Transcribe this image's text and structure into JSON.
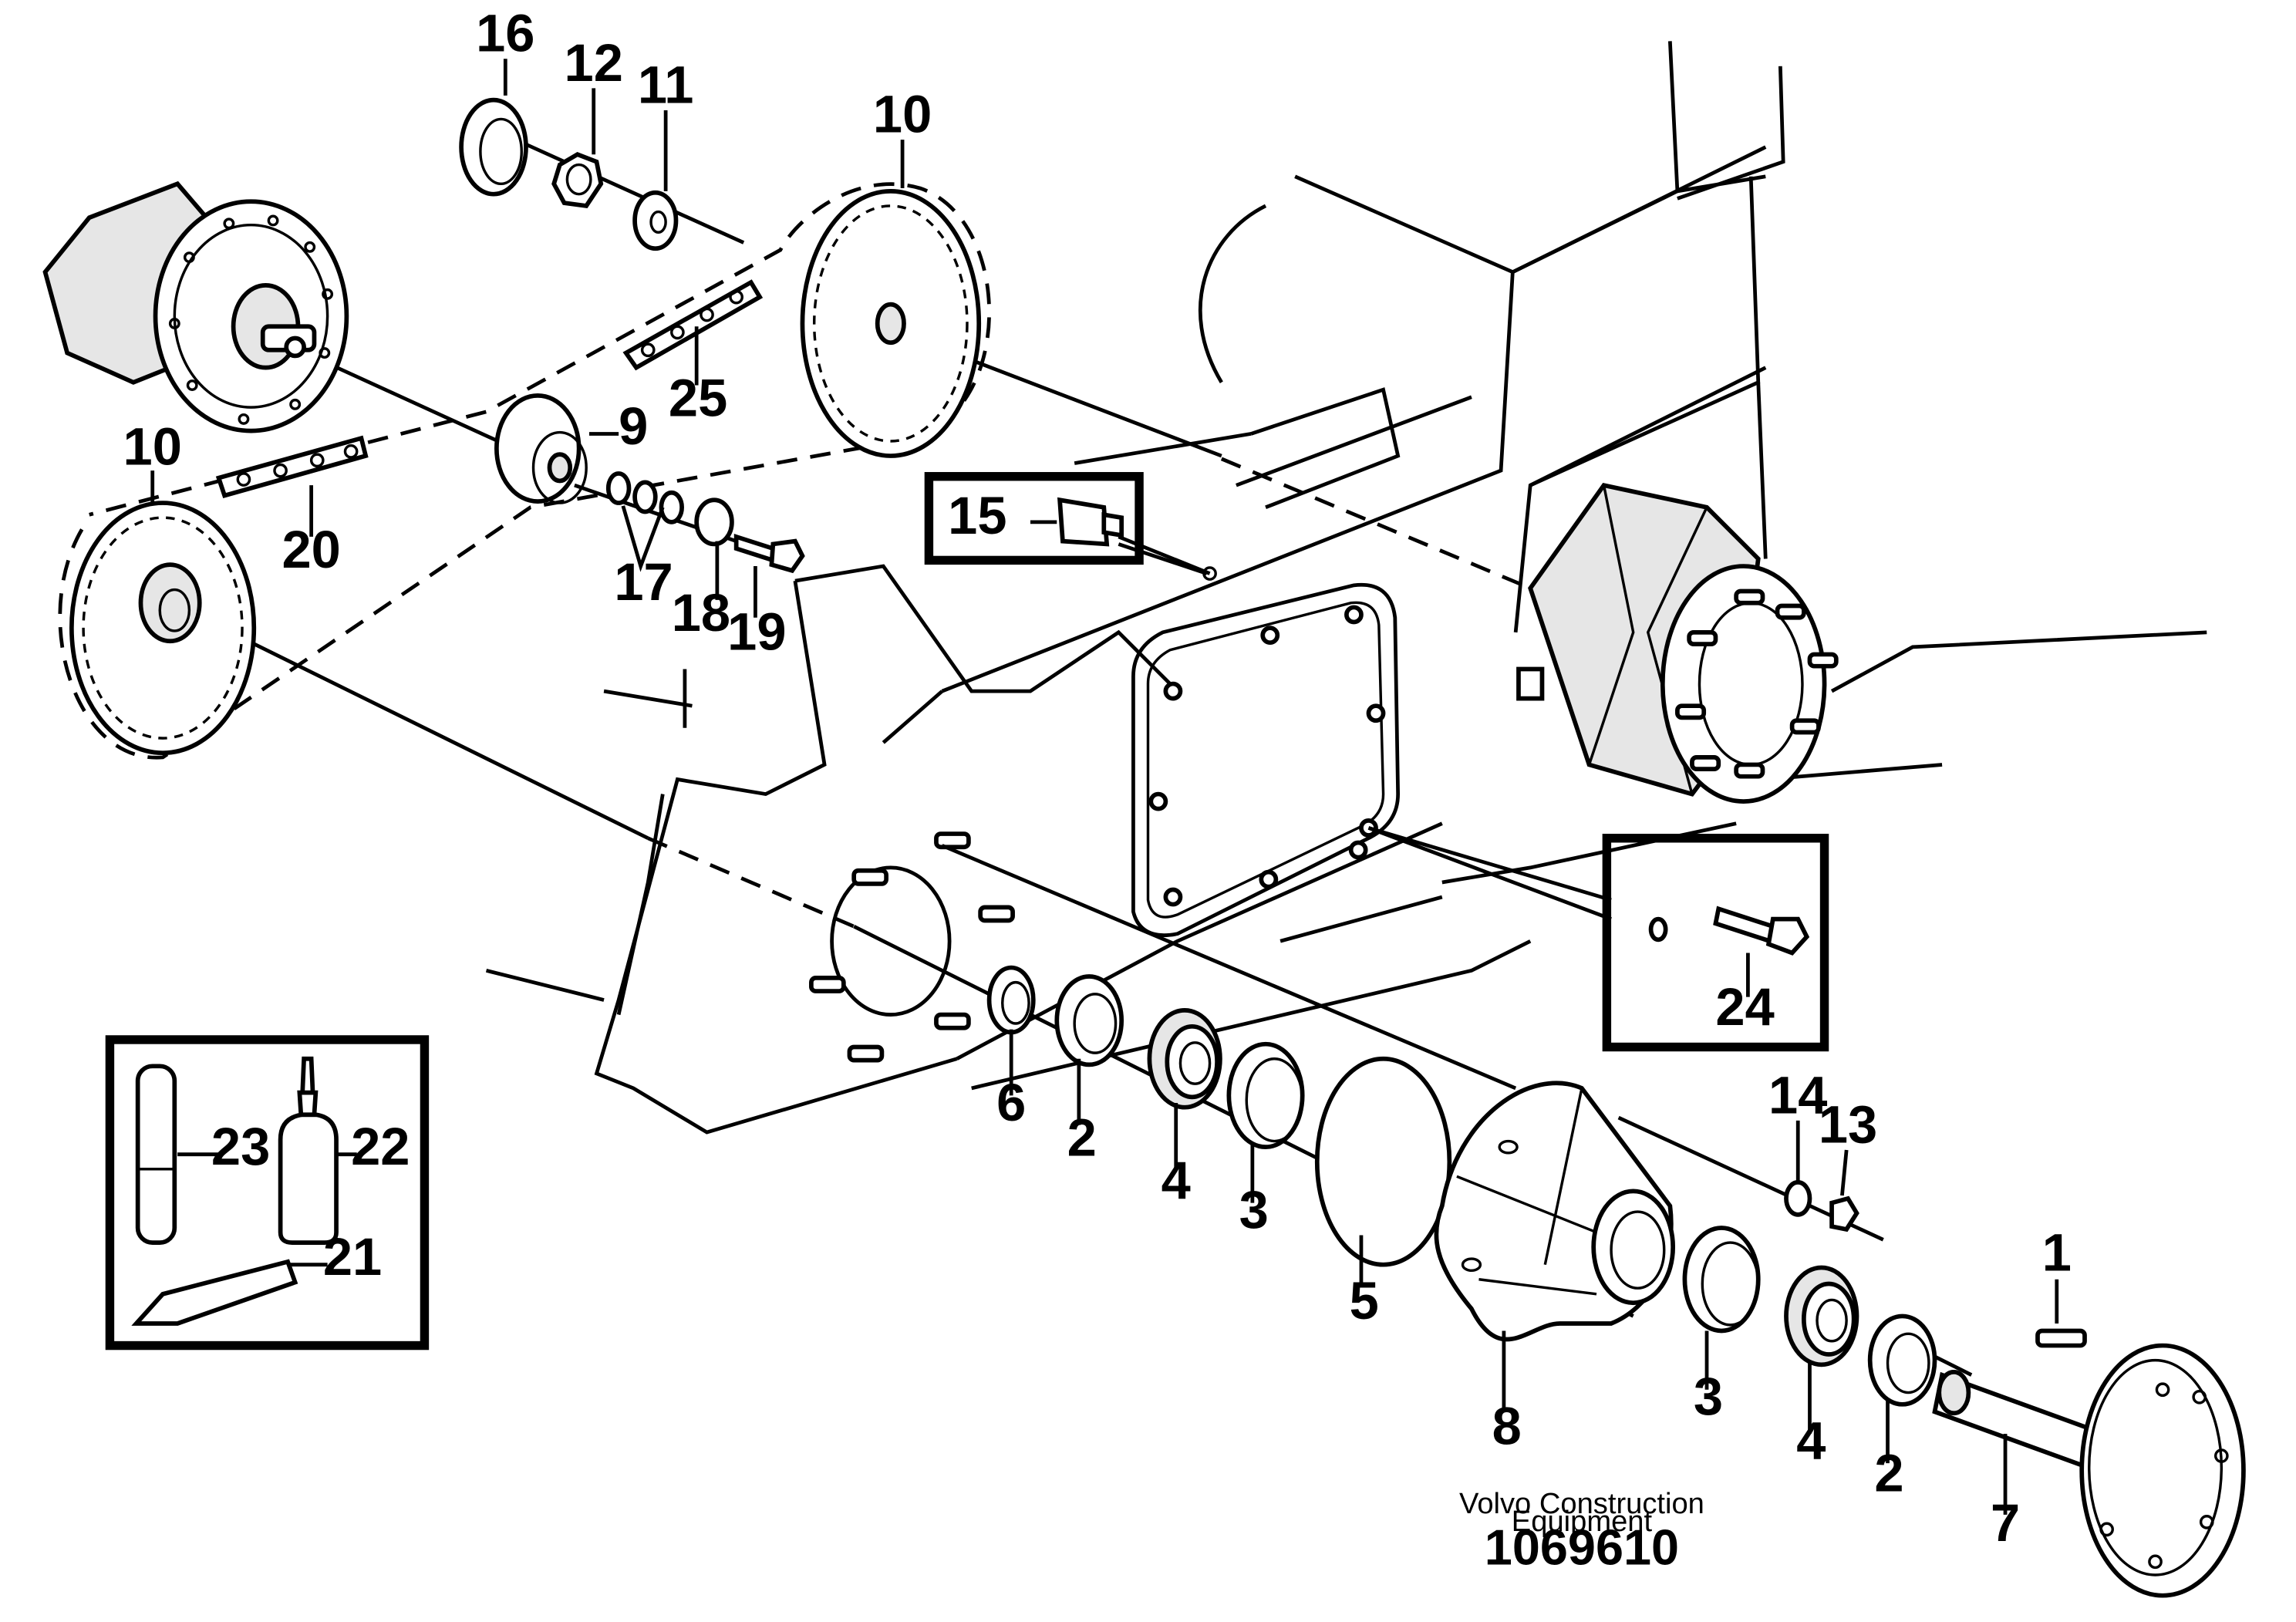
{
  "labels": {
    "l1": "1",
    "l2a": "2",
    "l2b": "2",
    "l3a": "3",
    "l3b": "3",
    "l4a": "4",
    "l4b": "4",
    "l5": "5",
    "l6": "6",
    "l7": "7",
    "l8": "8",
    "l9": "9",
    "l10a": "10",
    "l10b": "10",
    "l11": "11",
    "l12": "12",
    "l13": "13",
    "l14": "14",
    "l15": "15",
    "l16": "16",
    "l17": "17",
    "l18": "18",
    "l19": "19",
    "l20": "20",
    "l21": "21",
    "l22": "22",
    "l23": "23",
    "l24": "24",
    "l25": "25"
  },
  "caption": {
    "line1": "Volvo Construction",
    "line2": "Equipment",
    "drawing_number": "1069610"
  }
}
